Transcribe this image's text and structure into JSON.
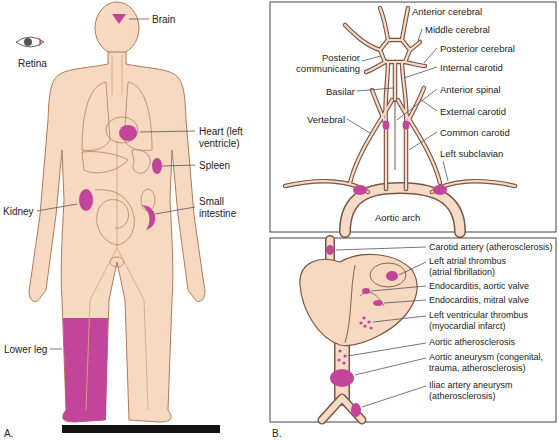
{
  "diagram": {
    "labels": [
      "Brain",
      "Retina",
      "Heart (left ventricle)",
      "Spleen",
      "Kidney",
      "Small intestine",
      "Lower leg",
      "A.",
      "Anterior cerebral",
      "Middle cerebral",
      "Posterior communicating",
      "Posterior cerebral",
      "Internal carotid",
      "Basilar",
      "Anterior spinal",
      "External carotid",
      "Vertebral",
      "Common carotid",
      "Left subclavian",
      "Aortic arch",
      "Carotid artery (atherosclerosis)",
      "Left atrial thrombus (atrial fibrillation)",
      "Endocarditis, aortic valve",
      "Endocarditis, mitral valve",
      "Left ventricular thrombus (myocardial infarct)",
      "Aortic atherosclerosis",
      "Aortic aneurysm (congenital, trauma, atherosclerosis)",
      "Iliac artery aneurysm (atherosclerosis)",
      "B."
    ]
  }
}
